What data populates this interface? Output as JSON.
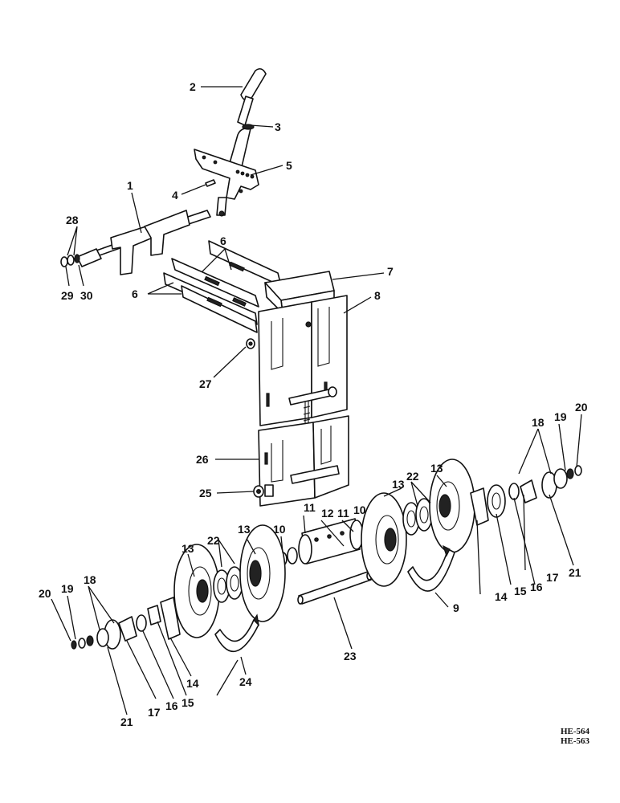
{
  "callouts": {
    "c1": "1",
    "c2": "2",
    "c3": "3",
    "c4": "4",
    "c5": "5",
    "c6a": "6",
    "c6b": "6",
    "c7": "7",
    "c8": "8",
    "c9": "9",
    "c10a": "10",
    "c10b": "10",
    "c11a": "11",
    "c11b": "11",
    "c12": "12",
    "c13a": "13",
    "c13b": "13",
    "c13c": "13",
    "c13d": "13",
    "c14a": "14",
    "c14b": "14",
    "c15a": "15",
    "c15b": "15",
    "c16a": "16",
    "c16b": "16",
    "c17a": "17",
    "c17b": "17",
    "c18a": "18",
    "c18b": "18",
    "c19a": "19",
    "c19b": "19",
    "c20a": "20",
    "c20b": "20",
    "c21a": "21",
    "c21b": "21",
    "c22a": "22",
    "c22b": "22",
    "c23": "23",
    "c24": "24",
    "c25": "25",
    "c26": "26",
    "c27": "27",
    "c28": "28",
    "c29": "29",
    "c30": "30"
  },
  "figure_ids": [
    "HE-564",
    "HE-563"
  ]
}
